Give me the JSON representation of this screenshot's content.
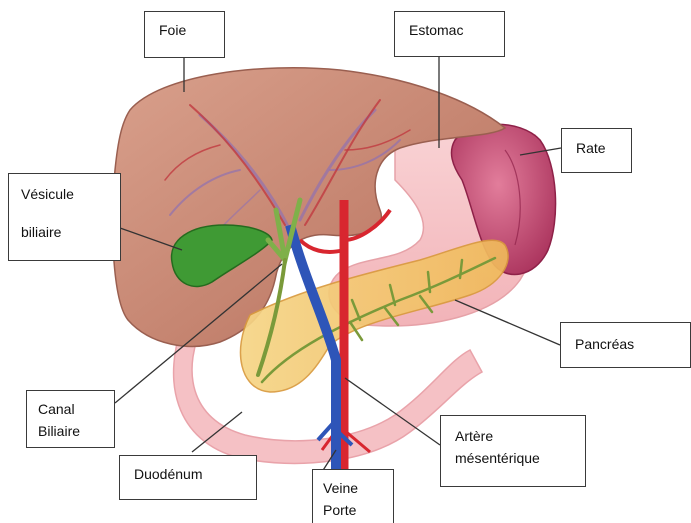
{
  "labels": {
    "foie": "Foie",
    "estomac": "Estomac",
    "rate": "Rate",
    "vesicule_line1": "Vésicule",
    "vesicule_line2": "biliaire",
    "pancreas": "Pancréas",
    "canal_line1": "Canal",
    "canal_line2": "Biliaire",
    "duodenum": "Duodénum",
    "artere_line1": "Artère",
    "artere_line2": "mésentérique",
    "veine_line1": "Veine",
    "veine_line2": "Porte"
  },
  "colors": {
    "liver": "#c98a78",
    "stomach": "#f6c2c6",
    "spleen": "#c24a6e",
    "gallbladder": "#3f9a34",
    "pancreas": "#f2c469",
    "artery": "#d8262f",
    "vein": "#2e55b8",
    "duct": "#7a9a3a"
  }
}
